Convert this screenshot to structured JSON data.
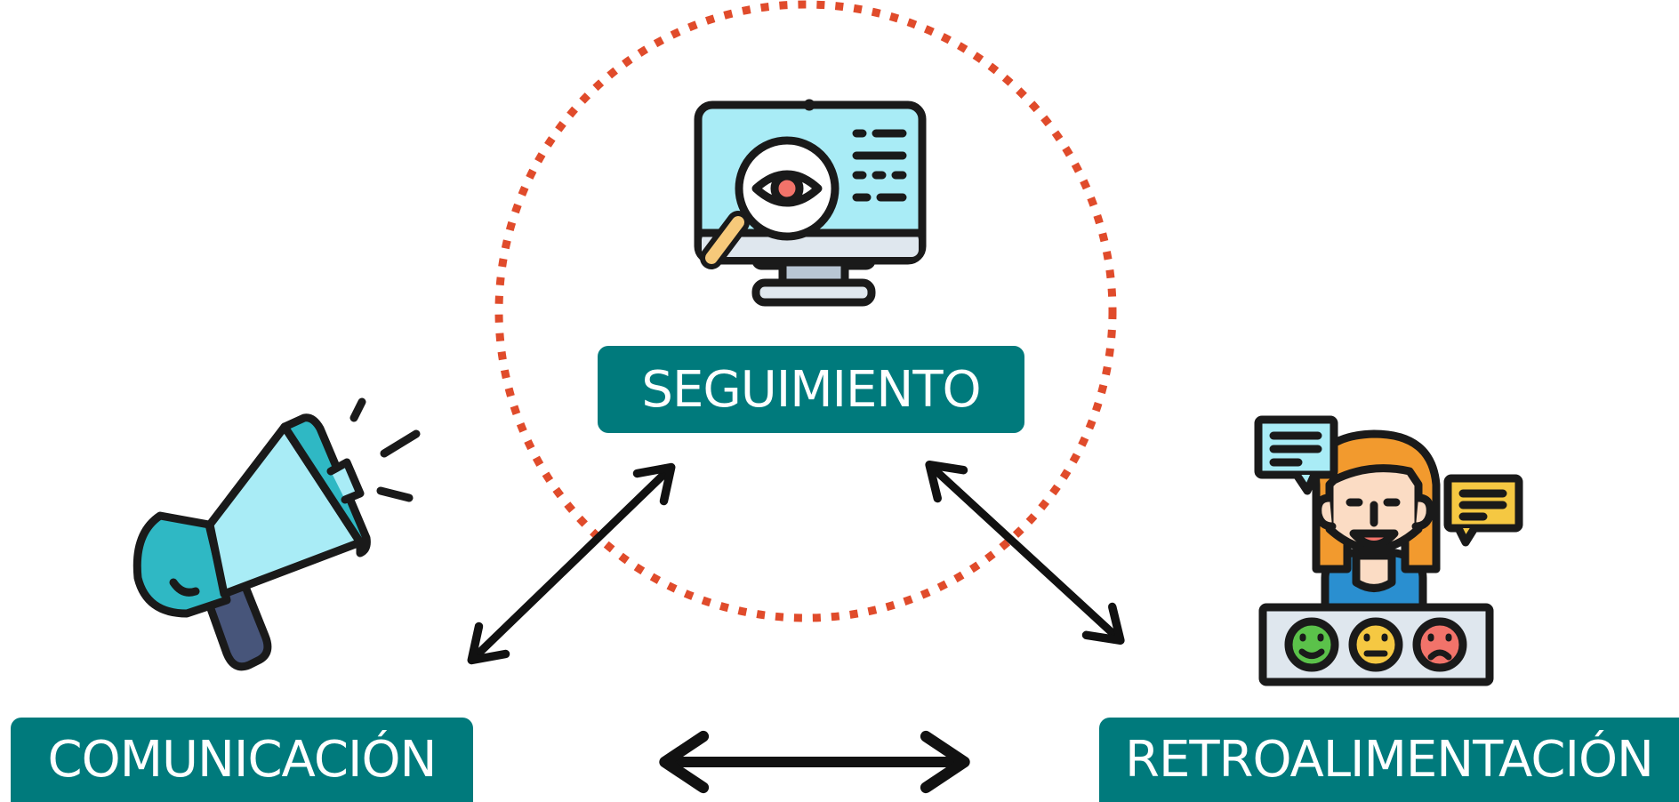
{
  "nodes": {
    "seguimiento": "SEGUIMIENTO",
    "comunicacion": "COMUNICACIÓN",
    "retroalimentacion": "RETROALIMENTACIÓN"
  },
  "icons": {
    "center": "monitor-magnifier-eye-icon",
    "left": "megaphone-icon",
    "right": "customer-feedback-icon"
  },
  "colors": {
    "label_bg": "#007a7c",
    "label_text": "#ffffff",
    "circle": "#e04b2b",
    "arrow": "#111111",
    "outline": "#1a1a1a",
    "screen": "#a9ecf6",
    "teal": "#2fb8c4",
    "handle": "#47557a",
    "wood": "#f6c97a",
    "hair": "#f29a2e",
    "skin": "#fbdcc4",
    "shirt": "#2a8fd0",
    "bubble_teal": "#a9ecf6",
    "bubble_yellow": "#f5c842",
    "face_green": "#5bc24a",
    "face_yellow": "#f5c842",
    "face_red": "#f2736a",
    "eye_red": "#f2736a"
  }
}
